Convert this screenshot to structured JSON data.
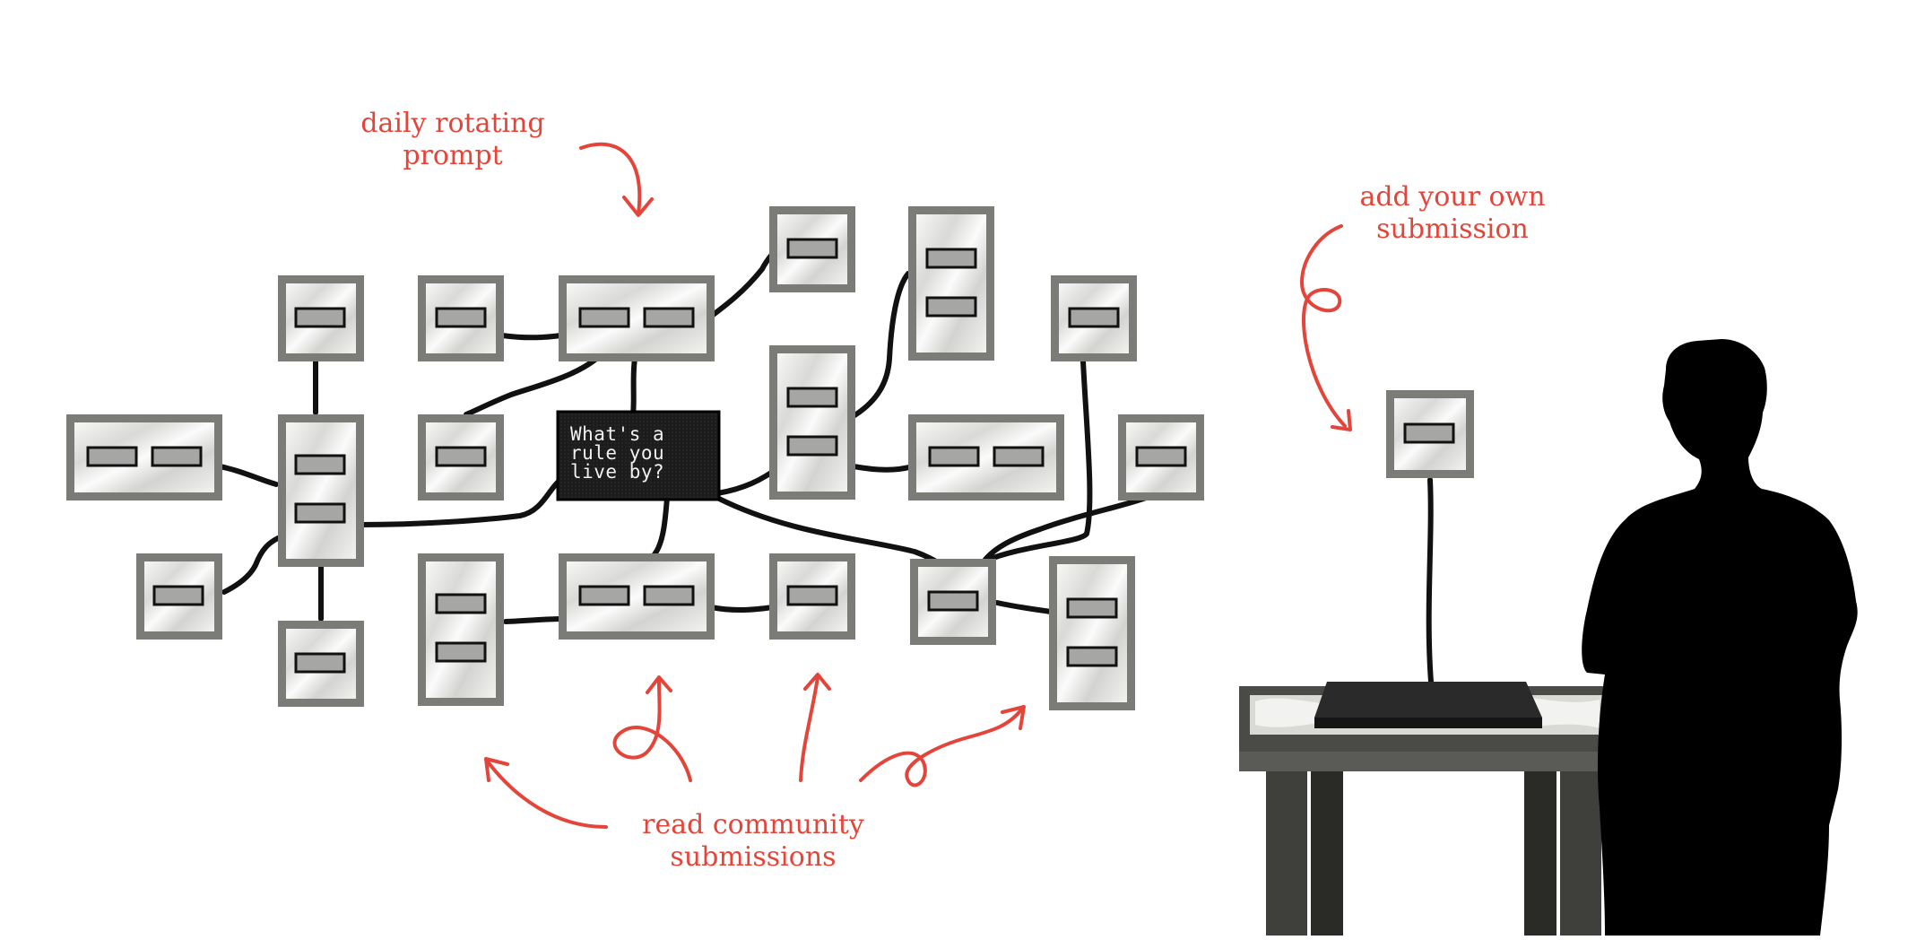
{
  "annotations": {
    "prompt_label": "daily rotating\nprompt",
    "submission_label": "add your own\nsubmission",
    "read_label": "read community\nsubmissions"
  },
  "center_display": {
    "text": "What's a\nrule you\nlive by?"
  },
  "colors": {
    "accent": "#e4453a",
    "frame": "#7b7b78",
    "panel": "#e8e8e6",
    "slot": "#a6a6a4",
    "cable": "#111111",
    "display": "#1b1b1b",
    "silhouette": "#000000",
    "table": "#4a4a46"
  },
  "icons": {
    "device": "wall-panel-icon",
    "person": "person-silhouette-icon",
    "arrow": "hand-drawn-arrow-icon"
  }
}
